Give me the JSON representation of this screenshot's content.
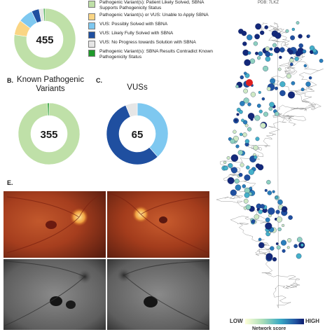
{
  "panel_a": {
    "total": "455",
    "legend": [
      {
        "label": "Pathogenic Variant(s): Patient Likely Solved, SBNA Supports Pathogenicity Status",
        "color": "#bfe0a8"
      },
      {
        "label": "Pathogenic Variant(s) or VUS: Unable to Apply SBNA",
        "color": "#fad584"
      },
      {
        "label": "VUS: Possibly Solved with SBNA",
        "color": "#7ec8f0"
      },
      {
        "label": "VUS: Likely Fully Solved with SBNA",
        "color": "#1f4fa0"
      },
      {
        "label": "VUS: No Progress towards Solution with SBNA",
        "color": "#e6e6e6"
      },
      {
        "label": "Pathogenic Variant(s): SBNA Results Contradict Known Pathogenicity Status",
        "color": "#1e9a2a"
      }
    ]
  },
  "panel_b": {
    "letter": "B.",
    "title_line1": "Known Pathogenic",
    "title_line2": "Variants",
    "total": "355"
  },
  "panel_c": {
    "letter": "C.",
    "title": "VUSs",
    "total": "65"
  },
  "panel_e": {
    "letter": "E."
  },
  "panel_d": {
    "pdb": "PDB: 7LKZ",
    "low": "LOW",
    "high": "HIGH",
    "colorbar_title": "Network score"
  },
  "chart_data": [
    {
      "type": "pie",
      "variant": "donut",
      "center_label": "455",
      "categories": [
        "Patient Likely Solved",
        "Unable to Apply SBNA",
        "Possibly Solved",
        "Likely Fully Solved",
        "No Progress",
        "Contradict"
      ],
      "values": [
        352,
        36,
        35,
        18,
        11,
        3
      ],
      "colors": [
        "#bfe0a8",
        "#fad584",
        "#7ec8f0",
        "#1f4fa0",
        "#e6e6e6",
        "#1e9a2a"
      ]
    },
    {
      "type": "pie",
      "variant": "donut",
      "title": "Known Pathogenic Variants",
      "center_label": "355",
      "categories": [
        "Patient Likely Solved",
        "Contradict"
      ],
      "values": [
        352,
        3
      ],
      "colors": [
        "#bfe0a8",
        "#1e9a2a"
      ]
    },
    {
      "type": "pie",
      "variant": "donut",
      "title": "VUSs",
      "center_label": "65",
      "categories": [
        "Possibly Solved",
        "Likely Fully Solved",
        "No Progress"
      ],
      "values": [
        25,
        36,
        4
      ],
      "colors": [
        "#7ec8f0",
        "#1f4fa0",
        "#e6e6e6"
      ]
    }
  ]
}
